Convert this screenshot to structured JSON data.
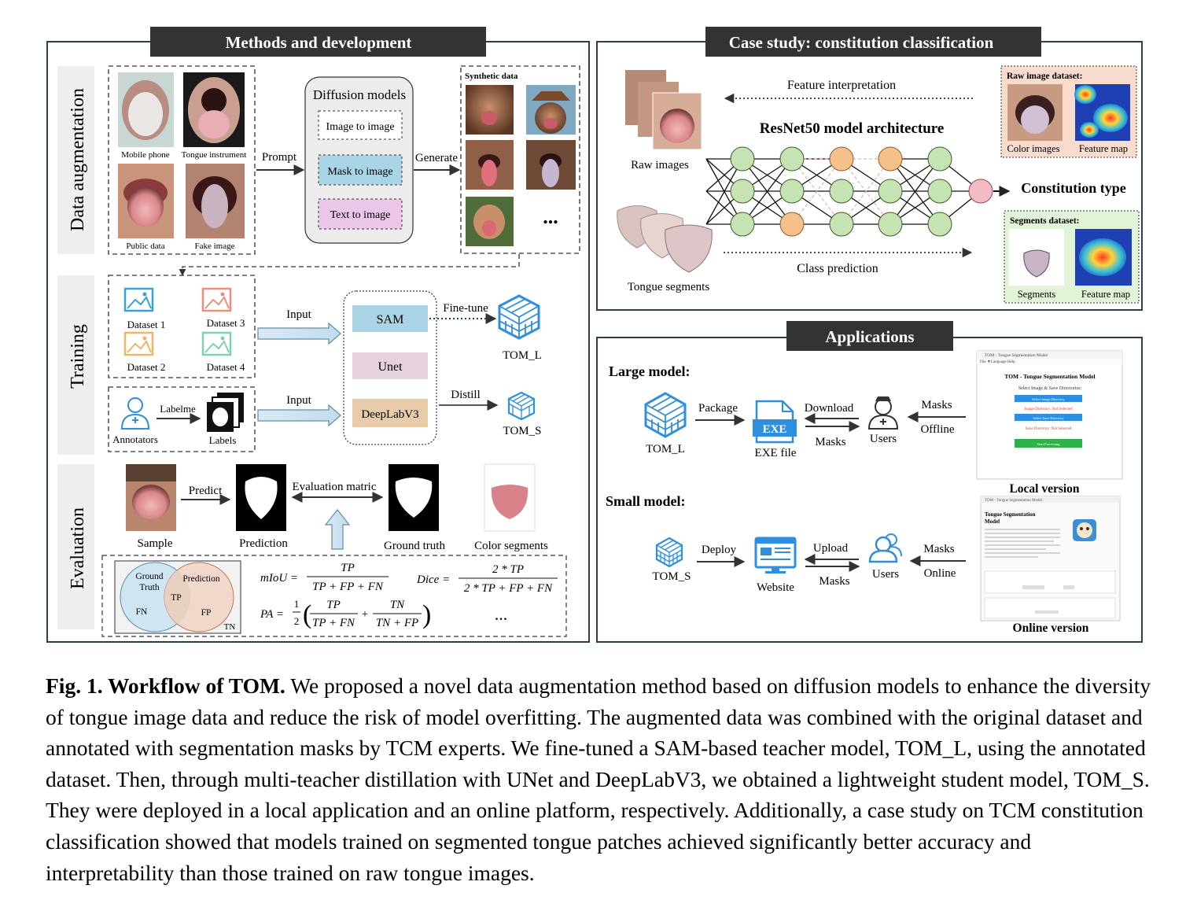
{
  "methods": {
    "title": "Methods and development",
    "data_aug": {
      "section_label": "Data augmentation",
      "images": [
        "Mobile phone",
        "Tongue instrument",
        "Public data",
        "Fake image"
      ],
      "prompt_label": "Prompt",
      "diffusion_title": "Diffusion models",
      "diffusion_items": [
        "Image to image",
        "Mask to image",
        "Text to image"
      ],
      "generate_label": "Generate",
      "synthetic_title": "Synthetic data",
      "ellipsis": "..."
    },
    "training": {
      "section_label": "Training",
      "datasets": [
        "Dataset 1",
        "Dataset 3",
        "Dataset 2",
        "Dataset 4"
      ],
      "annotators_label": "Annotators",
      "labelme_label": "Labelme",
      "labels_label": "Labels",
      "input_label": "Input",
      "models": [
        "SAM",
        "Unet",
        "DeepLabV3"
      ],
      "finetune_label": "Fine-tune",
      "distill_label": "Distill",
      "tom_l": "TOM_L",
      "tom_s": "TOM_S"
    },
    "evaluation": {
      "section_label": "Evaluation",
      "sample_label": "Sample",
      "predict_label": "Predict",
      "prediction_label": "Prediction",
      "eval_matric_label": "Evaluation matric",
      "ground_truth_label": "Ground truth",
      "color_segments_label": "Color segments",
      "venn": {
        "gt_line1": "Ground",
        "gt_line2": "Truth",
        "prediction": "Prediction",
        "fn": "FN",
        "tp": "TP",
        "fp": "FP",
        "tn": "TN"
      },
      "formulas": {
        "miou_lhs": "mIoU =",
        "miou_num": "TP",
        "miou_den": "TP + FP + FN",
        "dice_lhs": "Dice =",
        "dice_num": "2 * TP",
        "dice_den": "2 * TP + FP + FN",
        "pa_lhs": "PA =",
        "pa_half_num": "1",
        "pa_half_den": "2",
        "pa_t1_num": "TP",
        "pa_t1_den": "TP + FN",
        "pa_plus": "+",
        "pa_t2_num": "TN",
        "pa_t2_den": "TN + FP",
        "ellipsis": "..."
      }
    }
  },
  "case_study": {
    "title": "Case study: constitution classification",
    "feature_interp": "Feature interpretation",
    "arch_title": "ResNet50 model architecture",
    "raw_images": "Raw images",
    "tongue_segments": "Tongue segments",
    "class_prediction": "Class prediction",
    "constitution_type": "Constitution type",
    "raw_dataset_title": "Raw image dataset:",
    "color_images": "Color images",
    "feature_map": "Feature map",
    "segments_dataset_title": "Segments dataset:",
    "segments": "Segments"
  },
  "applications": {
    "title": "Applications",
    "large_model": "Large model:",
    "small_model": "Small model:",
    "tom_l": "TOM_L",
    "tom_s": "TOM_S",
    "package": "Package",
    "exe_badge": "EXE",
    "exe_file": "EXE file",
    "download": "Download",
    "masks": "Masks",
    "users": "Users",
    "offline": "Offline",
    "online": "Online",
    "deploy": "Deploy",
    "website": "Website",
    "upload": "Upload",
    "local_version": "Local version",
    "online_version": "Online version",
    "local_app": {
      "window_title": "TOM - Tongue Segmentation Model",
      "menu": "File  ▼Language  Help",
      "heading": "TOM - Tongue Segmentation Model",
      "subheading": "Select Image & Save Directories:",
      "btn1": "Select Image Directory",
      "status1": "Image Directory: Not Selected",
      "btn2": "Select Save Directory",
      "status2": "Save Directory: Not Selected",
      "btn3": "Start Processing"
    },
    "online_app": {
      "header": "TOM - Tongue Segmentation Model",
      "heading_line1": "Tongue Segmentation",
      "heading_line2": "Model"
    }
  },
  "caption": {
    "bold": "Fig. 1. Workflow of TOM.",
    "text": " We proposed a novel data augmentation method based on diffusion models to enhance the diversity of tongue image data and reduce the risk of model overfitting. The augmented data was combined with the original dataset and annotated with segmentation masks by TCM experts. We fine-tuned a SAM-based teacher model, TOM_L, using the annotated dataset. Then, through multi-teacher distillation with UNet and DeepLabV3, we obtained a lightweight student model, TOM_S. They were deployed in a local application and an online platform, respectively. Additionally, a case study on TCM constitution classification showed that models trained on segmented tongue patches achieved significantly better accuracy and interpretability than those trained on raw tongue images."
  },
  "colors": {
    "panel_border": "#2b3f4a",
    "title_bg": "#333333",
    "sam_blue": "#a8d4e6",
    "unet_pink": "#e6d2de",
    "deeplab_tan": "#e8cba8",
    "node_green": "#c6e3b4",
    "node_orange": "#f5c08a",
    "node_pink": "#f1bcc4",
    "icon_blue": "#2e8fe0",
    "venn_blue": "#cfe5f1",
    "venn_pink": "#f2d4c4"
  }
}
